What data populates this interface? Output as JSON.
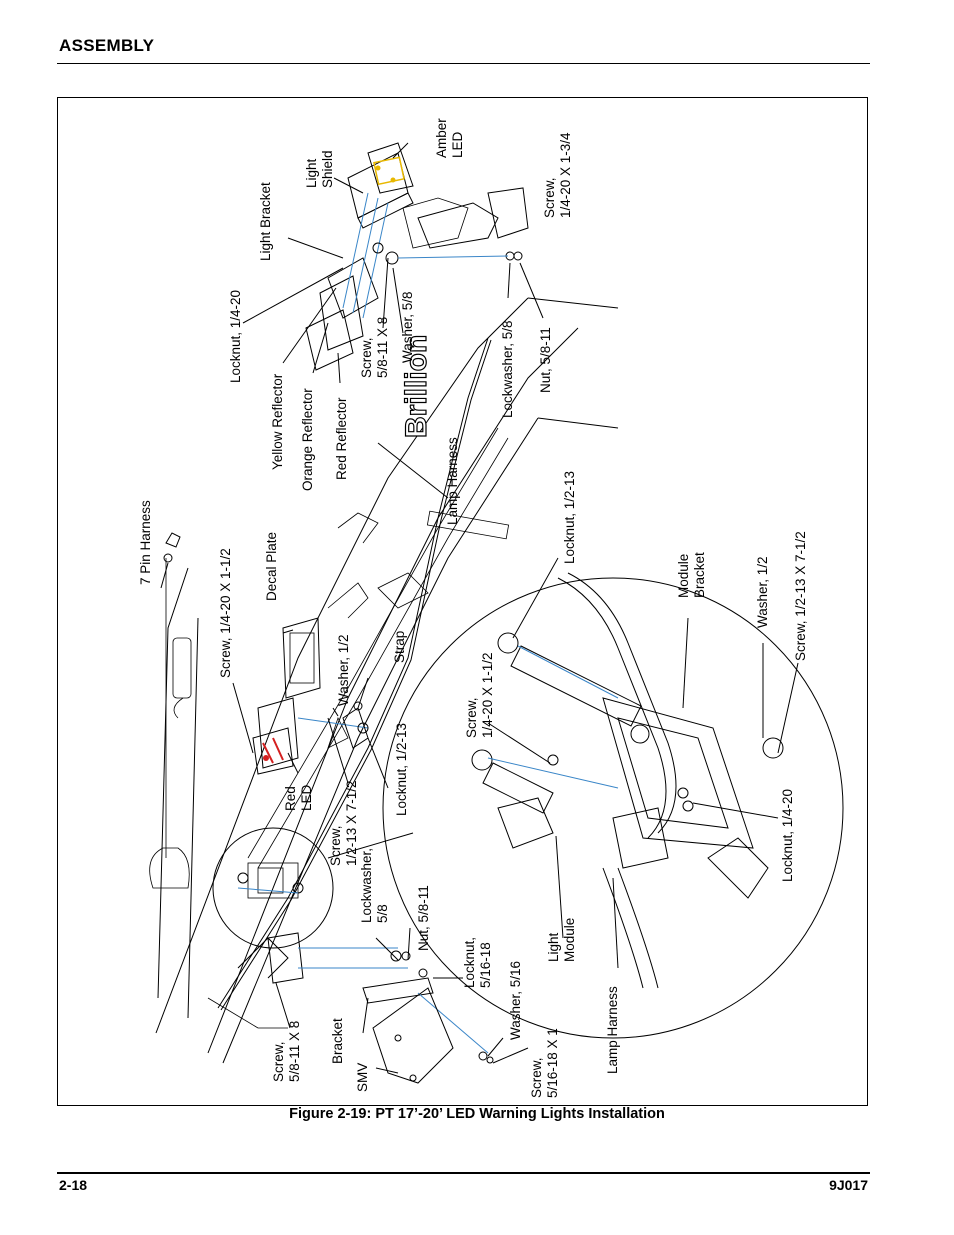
{
  "header": {
    "section_title": "ASSEMBLY"
  },
  "figure": {
    "caption": "Figure 2-19:  PT 17’-20’ LED Warning Lights Installation",
    "logo_text": "Brillion",
    "labels": {
      "amber_led": [
        "Amber",
        "LED"
      ],
      "light_shield": [
        "Light",
        "Shield"
      ],
      "light_bracket": "Light Bracket",
      "screw_quarter_1_3_4": [
        "Screw,",
        "1/4-20 X 1-3/4"
      ],
      "locknut_quarter_top": "Locknut, 1/4-20",
      "yellow_reflector": "Yellow Reflector",
      "orange_reflector": "Orange Reflector",
      "red_reflector": "Red Reflector",
      "screw_5_8_top": [
        "Screw,",
        "5/8-11 X 8"
      ],
      "washer_5_8": "Washer, 5/8",
      "lockwasher_5_8_top": "Lockwasher, 5/8",
      "nut_5_8_top": "Nut, 5/8-11",
      "lamp_harness_top": "Lamp Harness",
      "seven_pin_harness": "7 Pin Harness",
      "screw_quarter_1_1_2": "Screw, 1/4-20 X 1-1/2",
      "decal_plate": "Decal Plate",
      "washer_half_left": "Washer, 1/2",
      "strap": "Strap",
      "red_led": [
        "Red",
        "LED"
      ],
      "screw_half_7_1_2_left": [
        "Screw,",
        "1/2-13 X 7-1/2"
      ],
      "locknut_half_left": "Locknut, 1/2-13",
      "lockwasher_5_8_bottom": [
        "Lockwasher,",
        "5/8"
      ],
      "nut_5_8_bottom": "Nut, 5/8-11",
      "locknut_5_16": [
        "Locknut,",
        "5/16-18"
      ],
      "washer_5_16": "Washer, 5/16",
      "screw_5_16": [
        "Screw,",
        "5/16-18 X 1"
      ],
      "screw_5_8_bottom": [
        "Screw,",
        "5/8-11 X 8"
      ],
      "bracket": "Bracket",
      "smv": "SMV",
      "locknut_half_detail": "Locknut, 1/2-13",
      "screw_quarter_detail": [
        "Screw,",
        "1/4-20 X 1-1/2"
      ],
      "module_bracket": [
        "Module",
        "Bracket"
      ],
      "washer_half_detail": "Washer, 1/2",
      "screw_half_detail": "Screw, 1/2-13 X 7-1/2",
      "locknut_quarter_detail": "Locknut, 1/4-20",
      "light_module": [
        "Light",
        "Module"
      ],
      "lamp_harness_detail": "Lamp Harness"
    }
  },
  "footer": {
    "page_number": "2-18",
    "document_number": "9J017"
  },
  "colors": {
    "wire_blue": "#3a86c8",
    "led_amber": "#e8b800",
    "led_red": "#d42020"
  }
}
